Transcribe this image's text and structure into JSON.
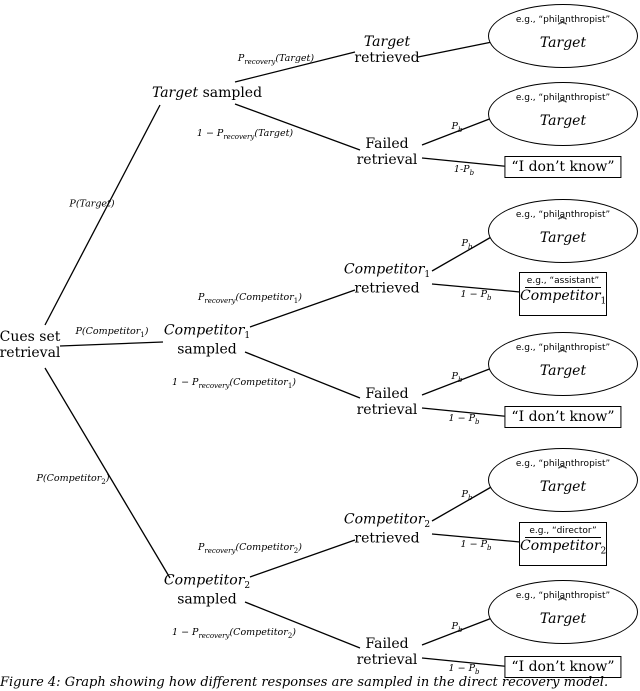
{
  "root": {
    "line1": "Cues set",
    "line2": "retrieval"
  },
  "sampled": [
    {
      "name": "Target",
      "suffix": "sampled",
      "prob": "P(Target)"
    },
    {
      "name": "Competitor",
      "sub": "1",
      "suffix": "sampled",
      "prob": "P(Competitor",
      "prob_sub": "1",
      "prob_end": ")"
    },
    {
      "name": "Competitor",
      "sub": "2",
      "suffix": "sampled",
      "prob": "P(Competitor",
      "prob_sub": "2",
      "prob_end": ")"
    }
  ],
  "recovery_labels": [
    {
      "retrieved": "P",
      "retrieved_sub": "recovery",
      "retrieved_arg": "(Target)",
      "failed": "1 − P",
      "failed_sub": "recovery",
      "failed_arg": "(Target)"
    },
    {
      "retrieved": "P",
      "retrieved_sub": "recovery",
      "retrieved_arg": "(Competitor",
      "retrieved_arg_sub": "1",
      "retrieved_arg_end": ")",
      "failed": "1 − P",
      "failed_sub": "recovery",
      "failed_arg": "(Competitor",
      "failed_arg_sub": "1",
      "failed_arg_end": ")"
    },
    {
      "retrieved": "P",
      "retrieved_sub": "recovery",
      "retrieved_arg": "(Competitor",
      "retrieved_arg_sub": "2",
      "retrieved_arg_end": ")",
      "failed": "1 − P",
      "failed_sub": "recovery",
      "failed_arg": "(Competitor",
      "failed_arg_sub": "2",
      "failed_arg_end": ")"
    }
  ],
  "retrieved_nodes": [
    {
      "name": "Target",
      "suffix": "retrieved"
    },
    {
      "name": "Competitor",
      "sub": "1",
      "suffix": "retrieved"
    },
    {
      "name": "Competitor",
      "sub": "2",
      "suffix": "retrieved"
    }
  ],
  "failed_node": {
    "line1": "Failed",
    "line2": "retrieval"
  },
  "pb_labels": {
    "pb": "P",
    "pb_sub": "b",
    "one_minus_pb": "1 − P",
    "one_minus_pb_sub": "b",
    "one_dash_pb": "1-P",
    "one_dash_pb_sub": "b"
  },
  "ellipse_outcome": {
    "top": "e.g., “philanthropist”",
    "brace": "⏞",
    "bottom": "Target"
  },
  "competitor_outcomes": [
    {
      "top": "e.g., “assistant”",
      "bottom": "Competitor",
      "sub": "1"
    },
    {
      "top": "e.g., “director”",
      "bottom": "Competitor",
      "sub": "2"
    }
  ],
  "dont_know": "“I don’t know”",
  "caption": "Figure 4: Graph showing how different responses are sampled in the direct recovery model."
}
